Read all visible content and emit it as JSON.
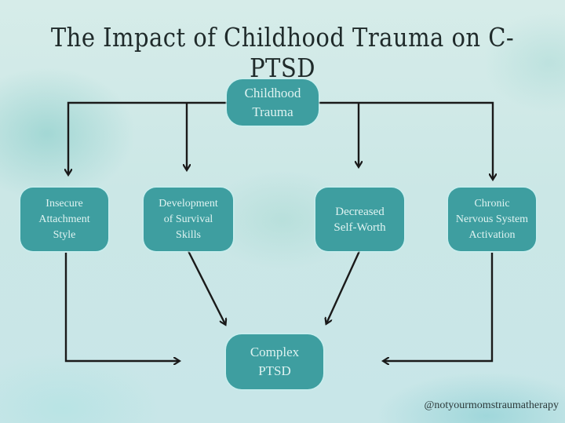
{
  "title": "The Impact of Childhood Trauma on C-PTSD",
  "colors": {
    "node_fill": "#3e9ea0",
    "node_text": "#dff3f1",
    "arrow": "#1a1a1a",
    "background": "#cbe8e8"
  },
  "nodes": {
    "root": "Childhood\nTrauma",
    "insecure_attachment": "Insecure\nAttachment\nStyle",
    "survival_skills": "Development\nof Survival\nSkills",
    "self_worth": "Decreased\nSelf-Worth",
    "nervous_system": "Chronic\nNervous System\nActivation",
    "outcome": "Complex\nPTSD"
  },
  "edges": [
    {
      "from": "Childhood Trauma",
      "to": "Insecure Attachment Style"
    },
    {
      "from": "Childhood Trauma",
      "to": "Development of Survival Skills"
    },
    {
      "from": "Childhood Trauma",
      "to": "Decreased Self-Worth"
    },
    {
      "from": "Childhood Trauma",
      "to": "Chronic Nervous System Activation"
    },
    {
      "from": "Insecure Attachment Style",
      "to": "Complex PTSD"
    },
    {
      "from": "Development of Survival Skills",
      "to": "Complex PTSD"
    },
    {
      "from": "Decreased Self-Worth",
      "to": "Complex PTSD"
    },
    {
      "from": "Chronic Nervous System Activation",
      "to": "Complex PTSD"
    }
  ],
  "watermark": "@notyourmomstraumatherapy"
}
